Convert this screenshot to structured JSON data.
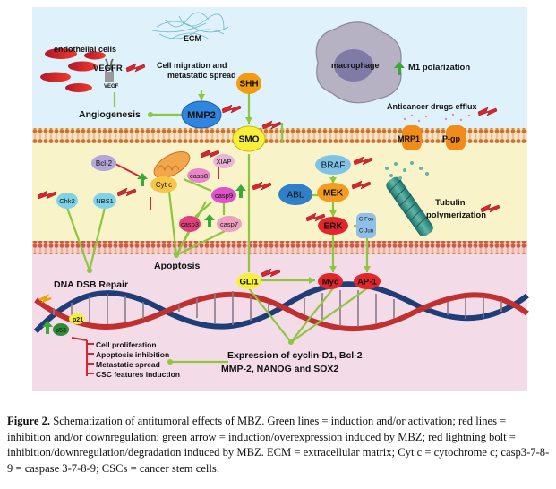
{
  "labels": {
    "endothelial": "endothelial cells",
    "vegfr": "VEGFR",
    "vegf": "VEGF",
    "ecm": "ECM",
    "migration": "Cell migration and metastatic spread",
    "angiogenesis": "Angiogenesis",
    "mmp2": "MMP2",
    "shh": "SHH",
    "smo": "SMO",
    "macrophage": "macrophage",
    "m1": "M1 polarization",
    "efflux": "Anticancer drugs efflux",
    "mrp1": "MRP1",
    "pgp": "P-gp",
    "bcl2": "Bcl-2",
    "xiap": "XIAP",
    "casp8": "casp8",
    "cytc": "Cyt c",
    "casp9": "casp9",
    "casp3": "casp3",
    "casp7": "casp7",
    "chk2": "Chk2",
    "nbs1": "NBS1",
    "apoptosis": "Apoptosis",
    "dna_repair": "DNA DSB Repair",
    "braf": "BRAF",
    "abl": "ABL",
    "mek": "MEK",
    "erk": "ERK",
    "cfos": "C-Fos",
    "cjun": "C-Jun",
    "tubulin": "Tubulin polymerization",
    "gli1": "GLI1",
    "myc": "Myc",
    "ap1": "AP-1",
    "p53": "p53",
    "p21": "p21",
    "outcome_1": "Cell proliferation",
    "outcome_2": "Apoptosis inhibition",
    "outcome_3": "Metastatic spread",
    "outcome_4": "CSC features induction",
    "expression_1": "Expression of cyclin-D1, Bcl-2",
    "expression_2": "MMP-2, NANOG and SOX2"
  },
  "caption": {
    "figure_label": "Figure 2.",
    "text": "Schematization of antitumoral effects of MBZ. Green lines = induction and/or activation; red lines = inhibition and/or downregulation; green arrow = induction/overexpression induced by MBZ; red lightning bolt = inhibition/downregulation/degradation induced by MBZ. ECM = extracellular matrix; Cyt c = cytochrome c; casp3-7-8-9 = caspase 3-7-8-9; CSCs = cancer stem cells."
  },
  "colors": {
    "extracellular": "#dff1fb",
    "cytoplasm": "#f8f3c8",
    "nucleus": "#f3dbe8",
    "activation_line": "#8dc63f",
    "inhibition_line": "#d9262e",
    "bolt": "#d9262e",
    "arrow_up": "#3aa935"
  }
}
